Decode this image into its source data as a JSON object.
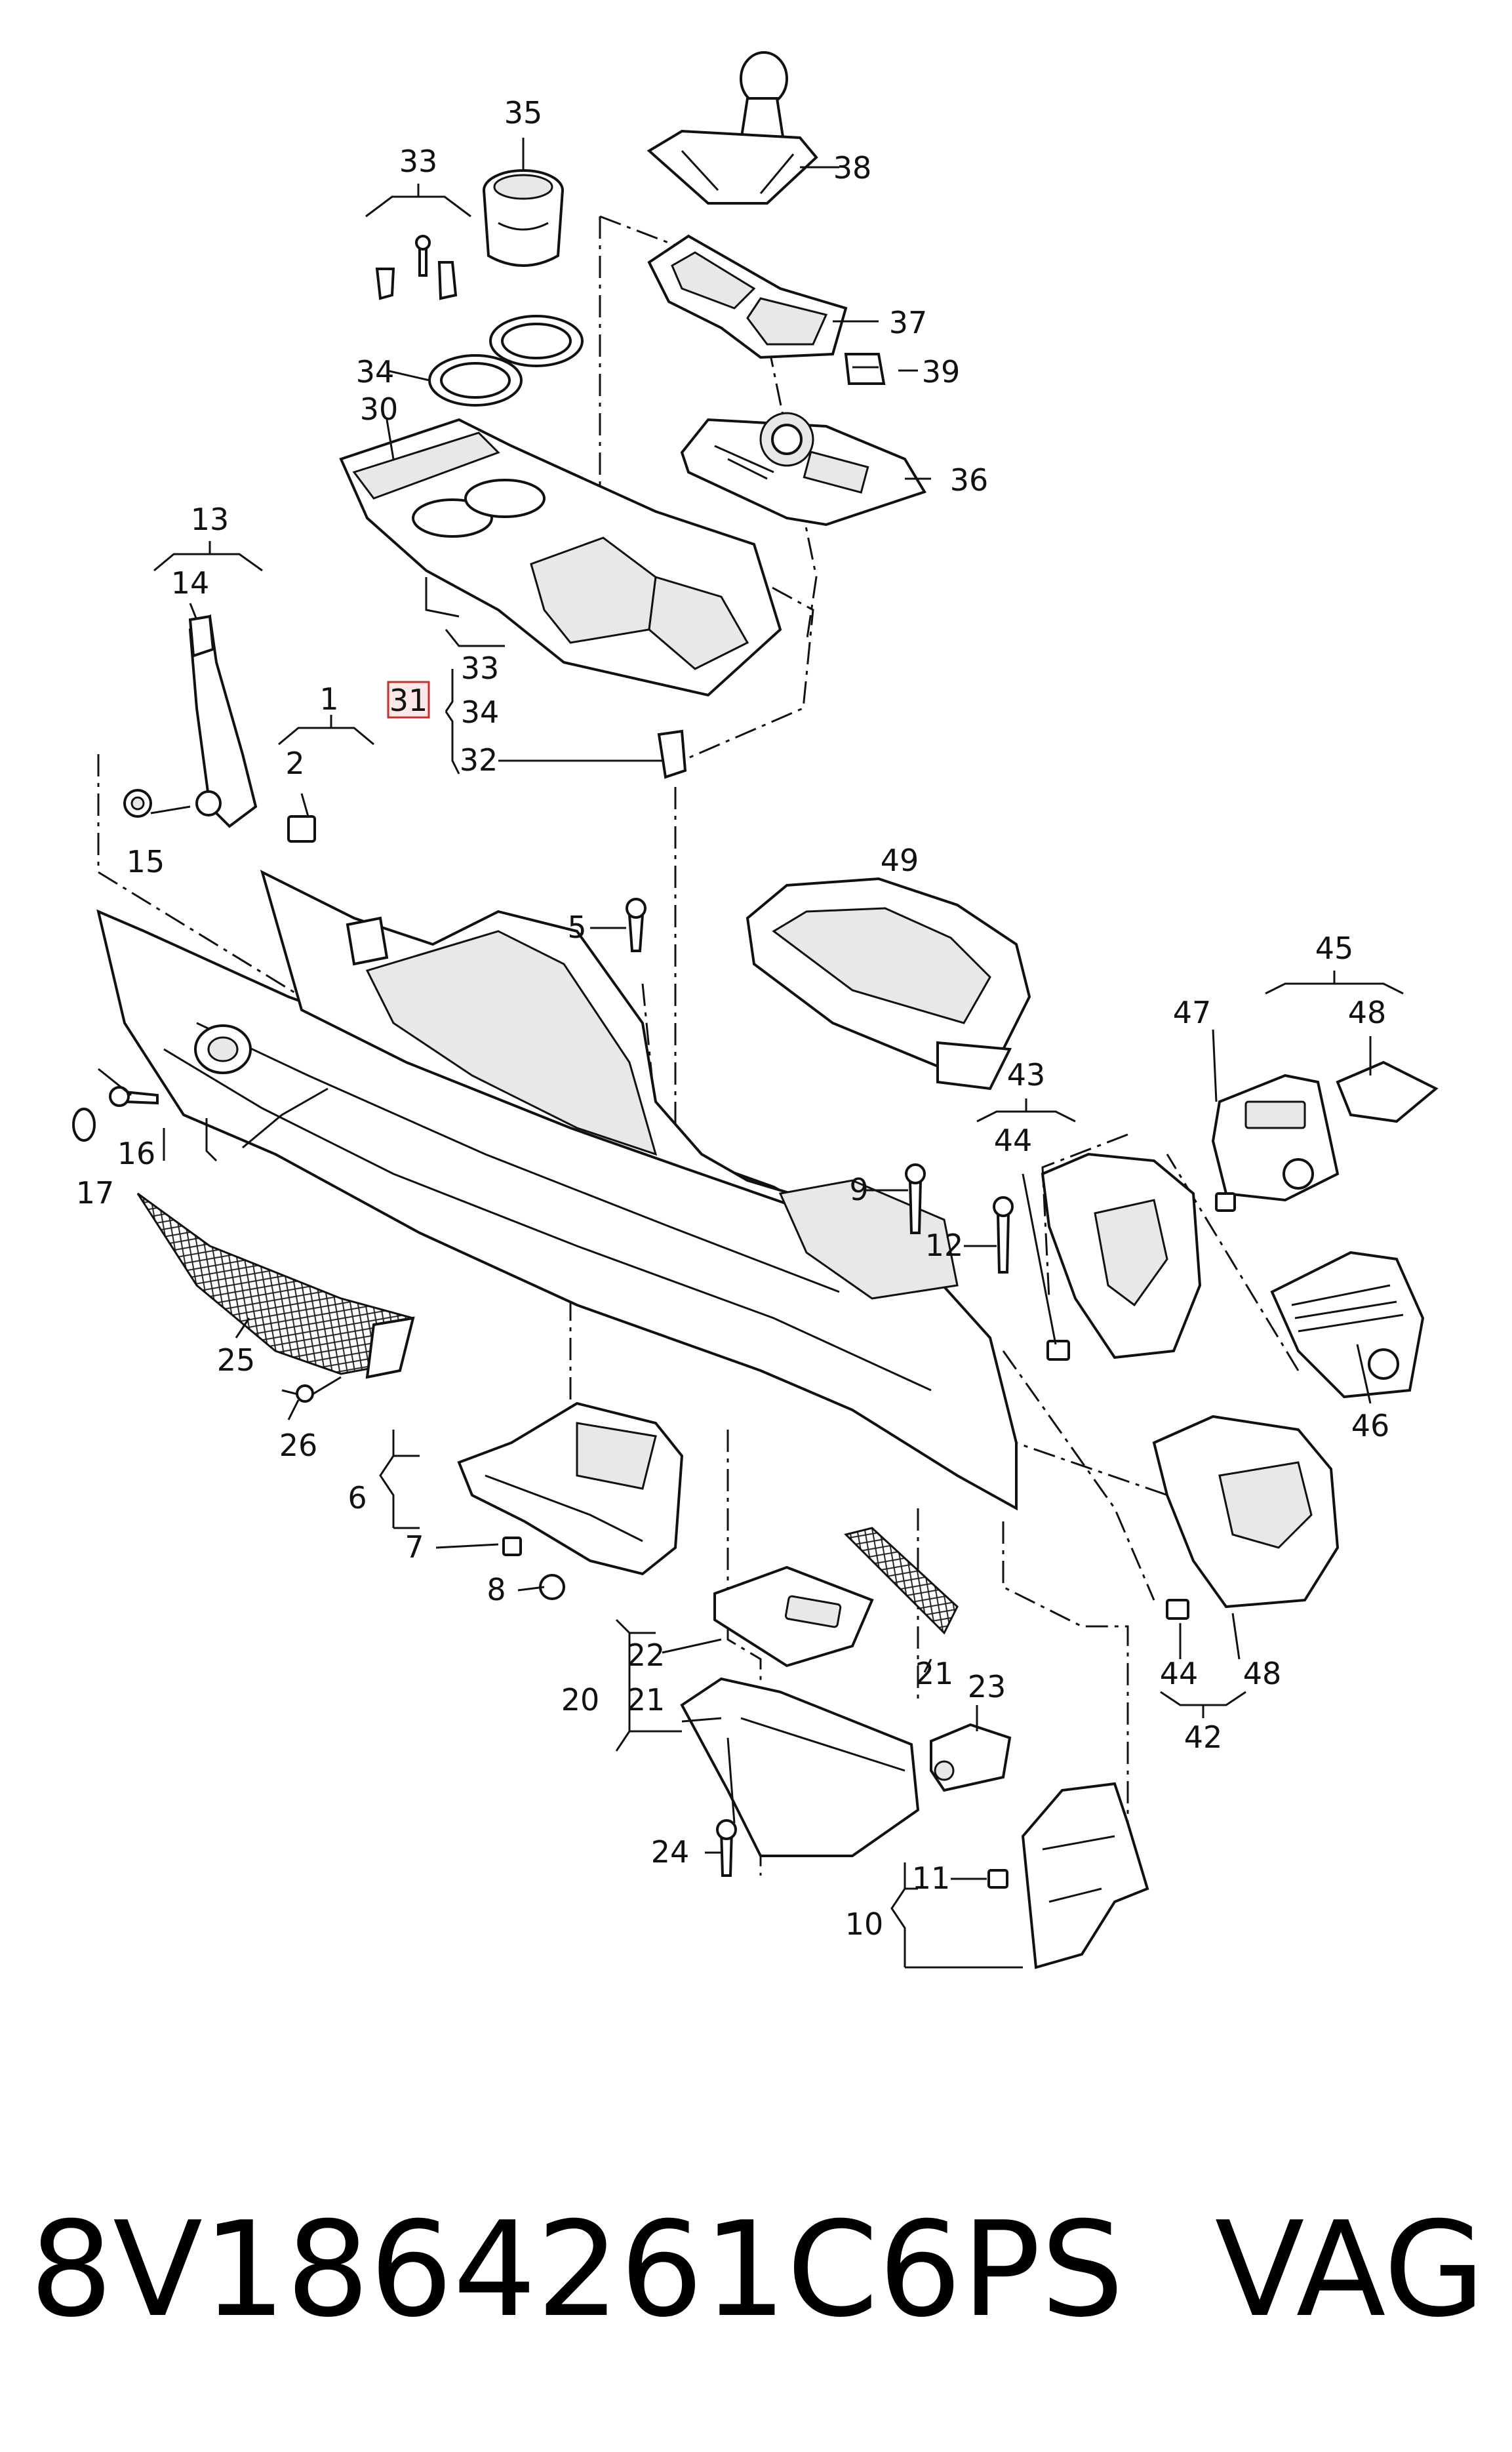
{
  "diagram": {
    "callouts": [
      "1",
      "2",
      "5",
      "6",
      "7",
      "8",
      "9",
      "10",
      "11",
      "12",
      "13",
      "14",
      "15",
      "16",
      "17",
      "20",
      "21",
      "21",
      "22",
      "23",
      "24",
      "25",
      "26",
      "30",
      "31",
      "32",
      "33",
      "33",
      "34",
      "34",
      "35",
      "36",
      "37",
      "38",
      "39",
      "42",
      "43",
      "44",
      "44",
      "45",
      "46",
      "47",
      "48",
      "48",
      "49"
    ],
    "highlighted_callout": "31",
    "highlight_color": "#c23030"
  },
  "caption": {
    "part_number": "8V1864261C6PS",
    "brand": "VAG"
  }
}
